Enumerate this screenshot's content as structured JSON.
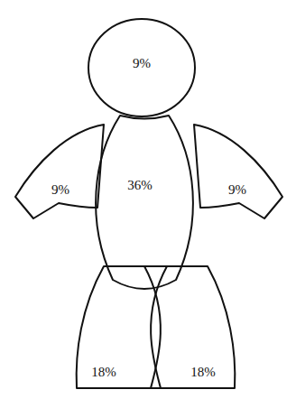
{
  "diagram": {
    "nodes": [
      {
        "text": [
          "9%"
        ]
      },
      {
        "text": [
          "9%"
        ]
      },
      {
        "text": [
          "36%"
        ]
      },
      {
        "text": [
          "9%"
        ]
      },
      {
        "text": [
          "18%"
        ]
      },
      {
        "text": [
          "18%"
        ]
      }
    ]
  }
}
